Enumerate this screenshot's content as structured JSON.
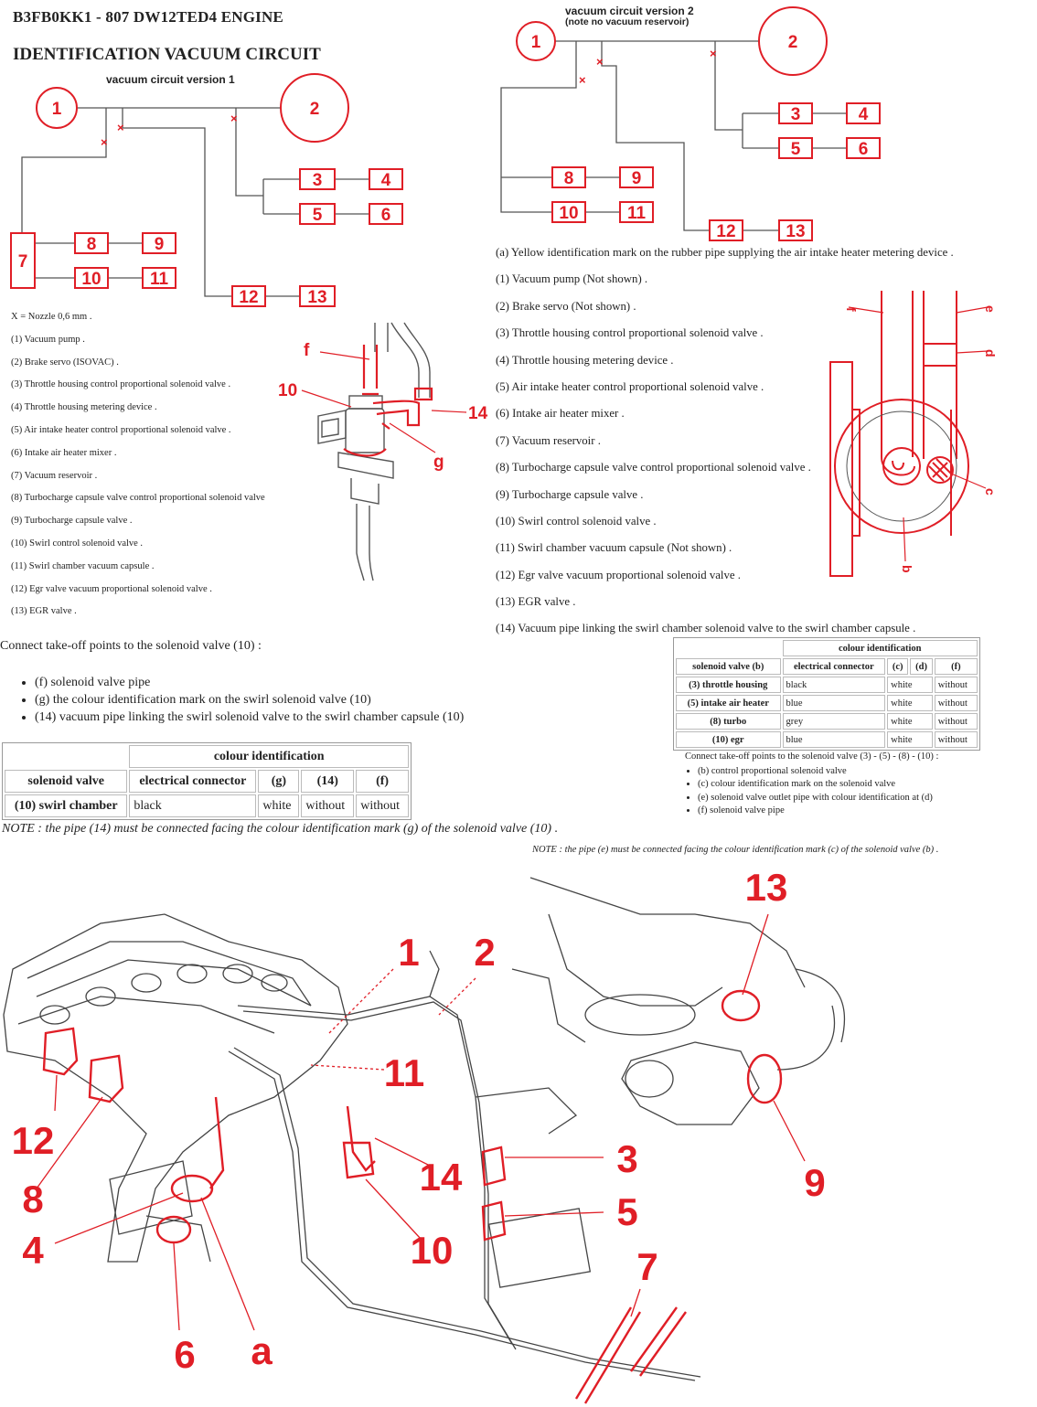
{
  "header": {
    "doc_code": "B3FB0KK1 - 807 DW12TED4 ENGINE",
    "section_title": "IDENTIFICATION VACUUM CIRCUIT"
  },
  "circuit_v1": {
    "title": "vacuum circuit version 1",
    "nodes": [
      "1",
      "2",
      "3",
      "4",
      "5",
      "6",
      "7",
      "8",
      "9",
      "10",
      "11",
      "12",
      "13"
    ]
  },
  "circuit_v2": {
    "title": "vacuum circuit version 2",
    "subtitle": "(note no vacuum reservoir)",
    "nodes": [
      "1",
      "2",
      "3",
      "4",
      "5",
      "6",
      "8",
      "9",
      "10",
      "11",
      "12",
      "13"
    ]
  },
  "legend_left": [
    "X = Nozzle 0,6 mm .",
    "(1) Vacuum pump .",
    "(2) Brake servo (ISOVAC) .",
    "(3) Throttle housing control proportional solenoid valve .",
    "(4) Throttle housing metering device .",
    "(5) Air intake heater control proportional solenoid valve .",
    "(6) Intake air heater mixer .",
    "(7) Vacuum reservoir .",
    "(8) Turbocharge capsule valve control proportional solenoid valve",
    "(9) Turbocharge capsule valve .",
    "(10) Swirl control solenoid valve .",
    "(11) Swirl chamber vacuum capsule .",
    "(12) Egr valve vacuum proportional solenoid valve .",
    "(13) EGR valve ."
  ],
  "legend_right": [
    "(a) Yellow identification mark on the rubber pipe supplying the air intake heater metering device .",
    "(1) Vacuum pump (Not shown) .",
    "(2) Brake servo (Not shown) .",
    "(3) Throttle housing control proportional solenoid valve .",
    "(4) Throttle housing metering device .",
    "(5) Air intake heater control proportional solenoid valve .",
    "(6) Intake air heater mixer .",
    "(7) Vacuum reservoir .",
    "(8) Turbocharge capsule valve control proportional solenoid valve .",
    "(9) Turbocharge capsule valve .",
    "(10) Swirl control solenoid valve .",
    "(11) Swirl chamber vacuum capsule (Not shown) .",
    "(12) Egr valve vacuum proportional solenoid valve .",
    "(13) EGR valve .",
    "(14) Vacuum pipe linking the swirl chamber solenoid valve to the swirl chamber capsule ."
  ],
  "swirl_detail_labels": {
    "f": "f",
    "n10": "10",
    "n14": "14",
    "g": "g"
  },
  "valve_detail_labels": {
    "f": "f",
    "e": "e",
    "d": "d",
    "c": "c",
    "b": "b"
  },
  "swirl_section": {
    "heading": "Connect take-off points to the solenoid valve (10) :",
    "bullets": [
      "(f) solenoid valve pipe",
      "(g) the colour identification mark on the swirl solenoid valve (10)",
      "(14) vacuum pipe linking the swirl solenoid valve to the swirl chamber capsule (10)"
    ],
    "table": {
      "group_header": "colour identification",
      "headers": [
        "solenoid valve",
        "electrical connector",
        "(g)",
        "(14)",
        "(f)"
      ],
      "rows": [
        [
          "(10) swirl chamber",
          "black",
          "white",
          "without",
          "without"
        ]
      ]
    },
    "note": "NOTE : the pipe (14) must be connected facing the colour identification mark (g) of the solenoid valve (10) ."
  },
  "valves_section": {
    "table": {
      "group_header": "colour identification",
      "headers": [
        "solenoid valve (b)",
        "electrical connector",
        "(c)",
        "(d)",
        "(f)"
      ],
      "rows": [
        [
          "(3) throttle housing",
          "black",
          "white",
          "without"
        ],
        [
          "(5) intake air heater",
          "blue",
          "white",
          "without"
        ],
        [
          "(8) turbo",
          "grey",
          "white",
          "without"
        ],
        [
          "(10) egr",
          "blue",
          "white",
          "without"
        ]
      ]
    },
    "heading": "Connect take-off points to the solenoid valve (3) - (5) - (8) - (10) :",
    "bullets": [
      "(b) control proportional solenoid valve",
      "(c) colour identification mark on the solenoid valve",
      "(e) solenoid valve outlet pipe with colour identification at (d)",
      "(f) solenoid valve pipe"
    ],
    "note": "NOTE : the pipe (e) must be connected facing the colour identification mark (c) of the solenoid valve (b) ."
  },
  "engine_callouts": [
    "1",
    "2",
    "13",
    "11",
    "12",
    "8",
    "14",
    "3",
    "5",
    "9",
    "4",
    "10",
    "7",
    "6",
    "a"
  ],
  "colors": {
    "accent": "#e01e26",
    "line": "#444444",
    "text": "#222222"
  }
}
